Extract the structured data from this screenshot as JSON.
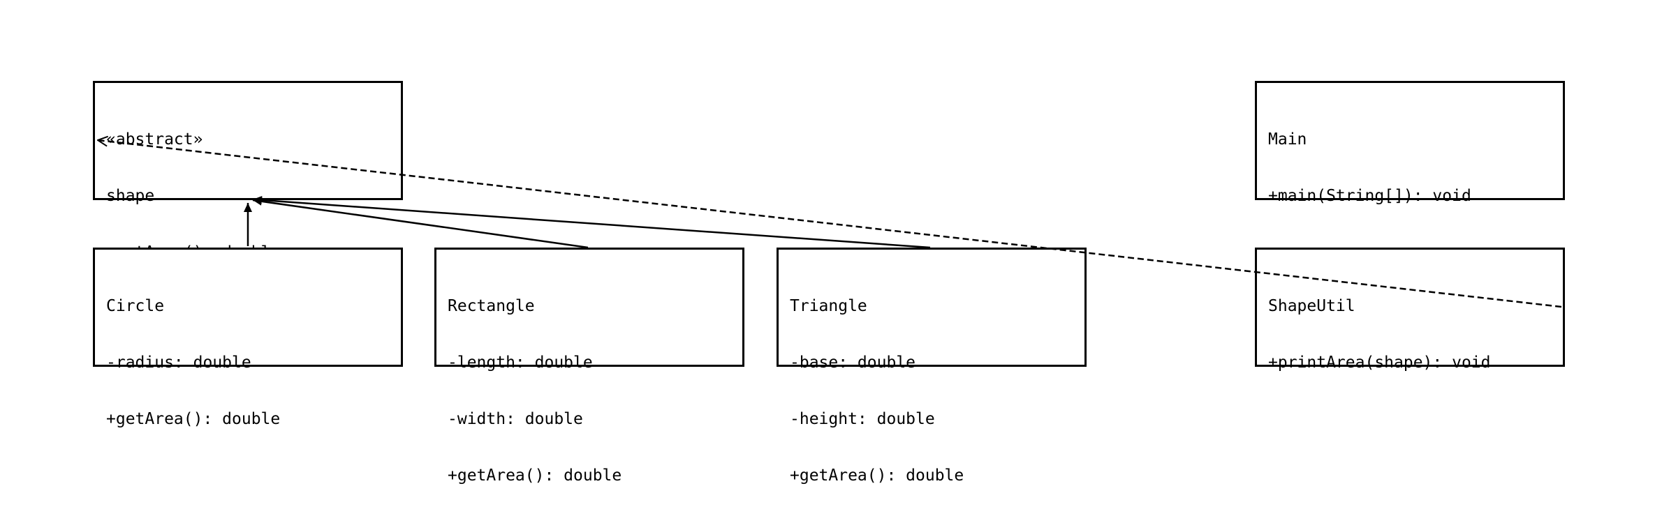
{
  "classes": {
    "shape": {
      "stereotype": "«abstract»",
      "name": "shape",
      "members": [
        "+getArea(): double"
      ]
    },
    "main": {
      "name": "Main",
      "members": [
        "+main(String[]): void"
      ]
    },
    "circle": {
      "name": "Circle",
      "members": [
        "-radius: double",
        "+getArea(): double"
      ]
    },
    "rectangle": {
      "name": "Rectangle",
      "members": [
        "-length: double",
        "-width: double",
        "+getArea(): double"
      ]
    },
    "triangle": {
      "name": "Triangle",
      "members": [
        "-base: double",
        "-height: double",
        "+getArea(): double"
      ]
    },
    "shapeutil": {
      "name": "ShapeUtil",
      "members": [
        "+printArea(shape): void"
      ]
    }
  },
  "relations": [
    {
      "type": "generalization",
      "from": "Circle",
      "to": "shape"
    },
    {
      "type": "generalization",
      "from": "Rectangle",
      "to": "shape"
    },
    {
      "type": "generalization",
      "from": "Triangle",
      "to": "shape"
    },
    {
      "type": "dependency",
      "from": "ShapeUtil",
      "to": "shape"
    }
  ],
  "colors": {
    "stroke": "#000000",
    "background": "#ffffff"
  }
}
